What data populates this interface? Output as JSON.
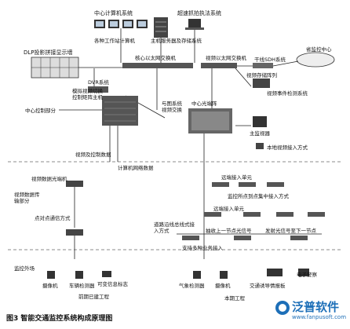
{
  "labels": {
    "center_computer": "中心计算机系统",
    "ultra_speed": "超速抓拍执法系统",
    "workstations": "各种工作站计算机",
    "main_server": "主机服务器及存储系统",
    "dlp_wall": "DLP投影拼接显示墙",
    "core_switch": "核心以太网交换机",
    "video_switch": "视频以太网交换机",
    "provincial": "省监控中心",
    "trunk_sdh": "干线SDH系统",
    "video_storage": "视频存储阵列",
    "dvr": "DVR系统",
    "video_event": "视频事件检测系统",
    "sim_matrix": "模拟视频切换控制矩阵主机",
    "fiber_video_switch": "与图系统视频交换",
    "center_fiber": "中心光端阵",
    "center_ctrl": "中心控制部分",
    "main_monitor": "主监视器",
    "local_video": "本地视频接入方式",
    "video_ctrl_data": "视频及控制数据",
    "network_data": "计算机网络数据",
    "video_fiber": "视频数据光端机",
    "video_transport": "视频数据传输部分",
    "remote_unit_1": "远端接入单元",
    "monitor_sites": "监控所点到点集中接入方式",
    "p2p": "点对点通信方式",
    "remote_unit_2": "远端接入单元",
    "along_road": "道路沿线总线式接入方式",
    "fiber_signal_1": "抽收上一节点光信号",
    "fiber_signal_2": "发射光信号至下一节点",
    "multi_service": "支持多种业务接入",
    "field": "监控外场",
    "camera": "摄像机",
    "vehicle_det": "车辆检测器",
    "info_sign": "可变信息标志",
    "existing": "前期已建工程",
    "weather": "气象检测器",
    "camera2": "摄像机",
    "guide_board": "交通诱导情报板",
    "police": "电子警察",
    "this_project": "本期工程"
  },
  "caption": "图3 智能交通监控系统构成原理图",
  "brand": {
    "name": "泛普软件",
    "url": "www.fanpusoft.com",
    "color": "#1d6fb8"
  }
}
